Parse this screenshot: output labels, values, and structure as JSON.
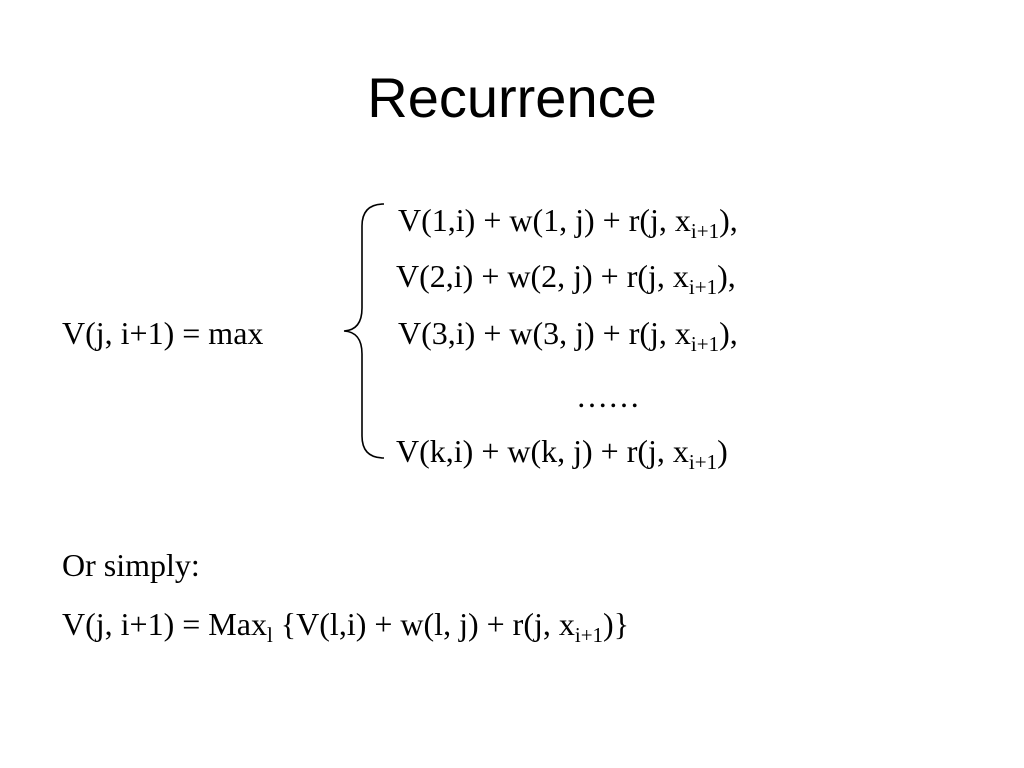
{
  "title": "Recurrence",
  "lhs": "V(j, i+1) = max",
  "cases": [
    {
      "main": "V(1,i) + w(1, j) + r(j, x",
      "sub": "i+1",
      "tail": "),"
    },
    {
      "main": "V(2,i) + w(2, j) + r(j, x",
      "sub": "i+1",
      "tail": "),"
    },
    {
      "main": "V(3,i) + w(3, j) + r(j, x",
      "sub": "i+1",
      "tail": "),"
    },
    {
      "main": "V(k,i) + w(k, j) + r(j, x",
      "sub": "i+1",
      "tail": ")"
    }
  ],
  "ellipsis": "……",
  "or_simply": "Or simply:",
  "simple": {
    "a": "V(j, i+1) = Max",
    "a_sub": "l",
    "b": " {V(l,i) + w(l, j) + r(j, x",
    "b_sub": "i+1",
    "c": ")}"
  }
}
